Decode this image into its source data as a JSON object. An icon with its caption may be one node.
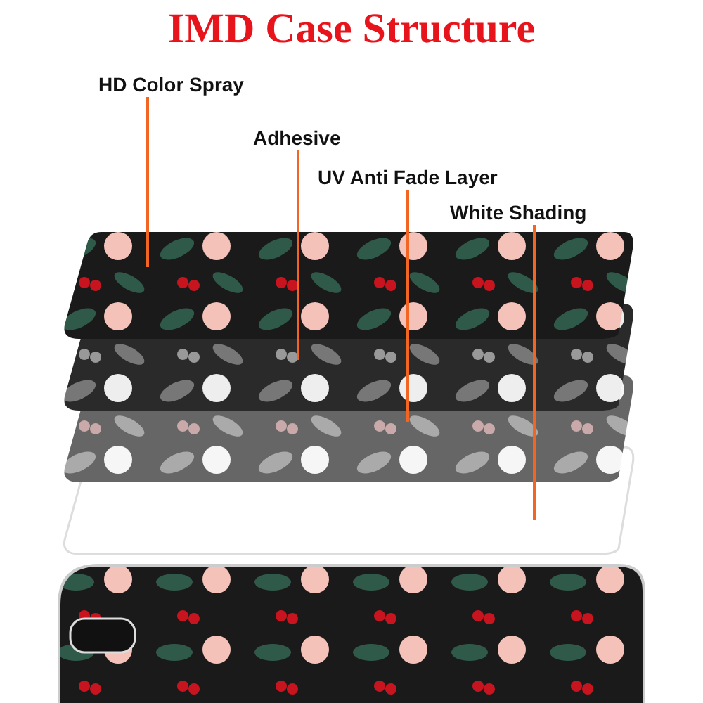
{
  "diagram": {
    "title": "IMD Case Structure",
    "nodes": [
      {
        "text": [
          "HD Color Spray"
        ]
      },
      {
        "text": [
          "Adhesive"
        ]
      },
      {
        "text": [
          "UV Anti Fade Layer"
        ]
      },
      {
        "text": [
          "White Shading"
        ]
      },
      {
        "text": [],
        "shape": "box"
      },
      {
        "text": [],
        "shape": "box"
      },
      {
        "text": [],
        "shape": "box"
      },
      {
        "text": [],
        "shape": "box"
      }
    ],
    "edges": [
      {
        "from": 0,
        "to": 4,
        "arrow": "none"
      },
      {
        "from": 1,
        "to": 5,
        "arrow": "none"
      },
      {
        "from": 2,
        "to": 6,
        "arrow": "none"
      },
      {
        "from": 3,
        "to": 7,
        "arrow": "none"
      }
    ]
  }
}
